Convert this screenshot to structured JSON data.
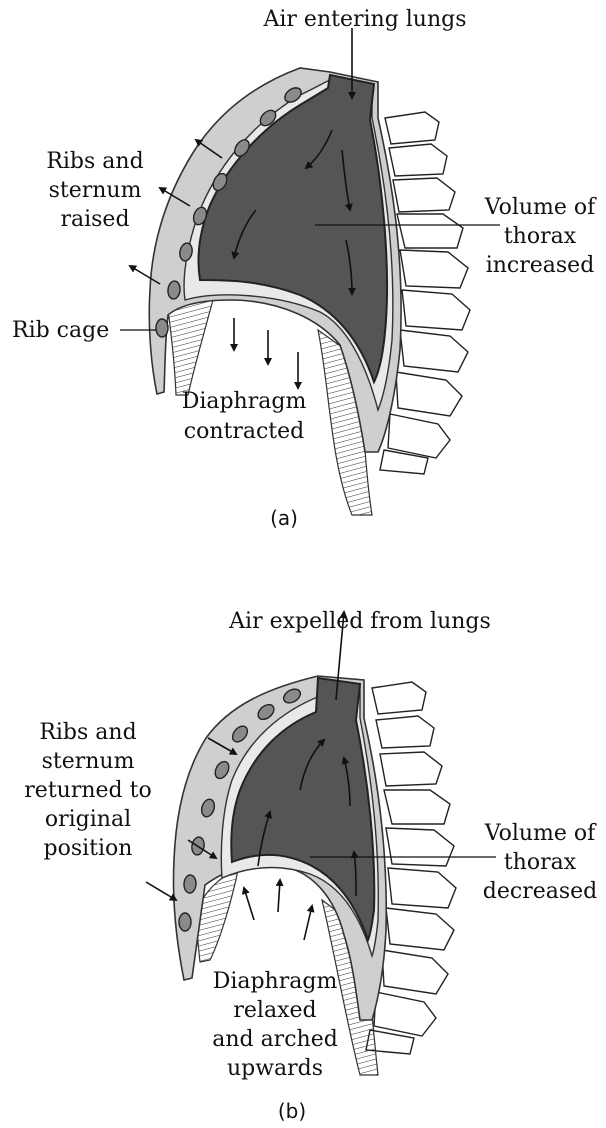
{
  "panel_a": {
    "label_air": "Air entering lungs",
    "label_ribs_1": "Ribs and",
    "label_ribs_2": "sternum",
    "label_ribs_3": "raised",
    "label_volume_1": "Volume of",
    "label_volume_2": "thorax",
    "label_volume_3": "increased",
    "label_ribcage": "Rib cage",
    "label_diaphragm_1": "Diaphragm",
    "label_diaphragm_2": "contracted",
    "caption": "(a)"
  },
  "panel_b": {
    "label_air": "Air expelled from lungs",
    "label_ribs_1": "Ribs and",
    "label_ribs_2": "sternum",
    "label_ribs_3": "returned to",
    "label_ribs_4": "original",
    "label_ribs_5": "position",
    "label_volume_1": "Volume of",
    "label_volume_2": "thorax",
    "label_volume_3": "decreased",
    "label_diaphragm_1": "Diaphragm",
    "label_diaphragm_2": "relaxed",
    "label_diaphragm_3": "and arched",
    "label_diaphragm_4": "upwards",
    "caption": "(b)"
  },
  "colors": {
    "lung": "#555555",
    "rib_wall": "#cfcfcf",
    "background": "#ffffff"
  }
}
